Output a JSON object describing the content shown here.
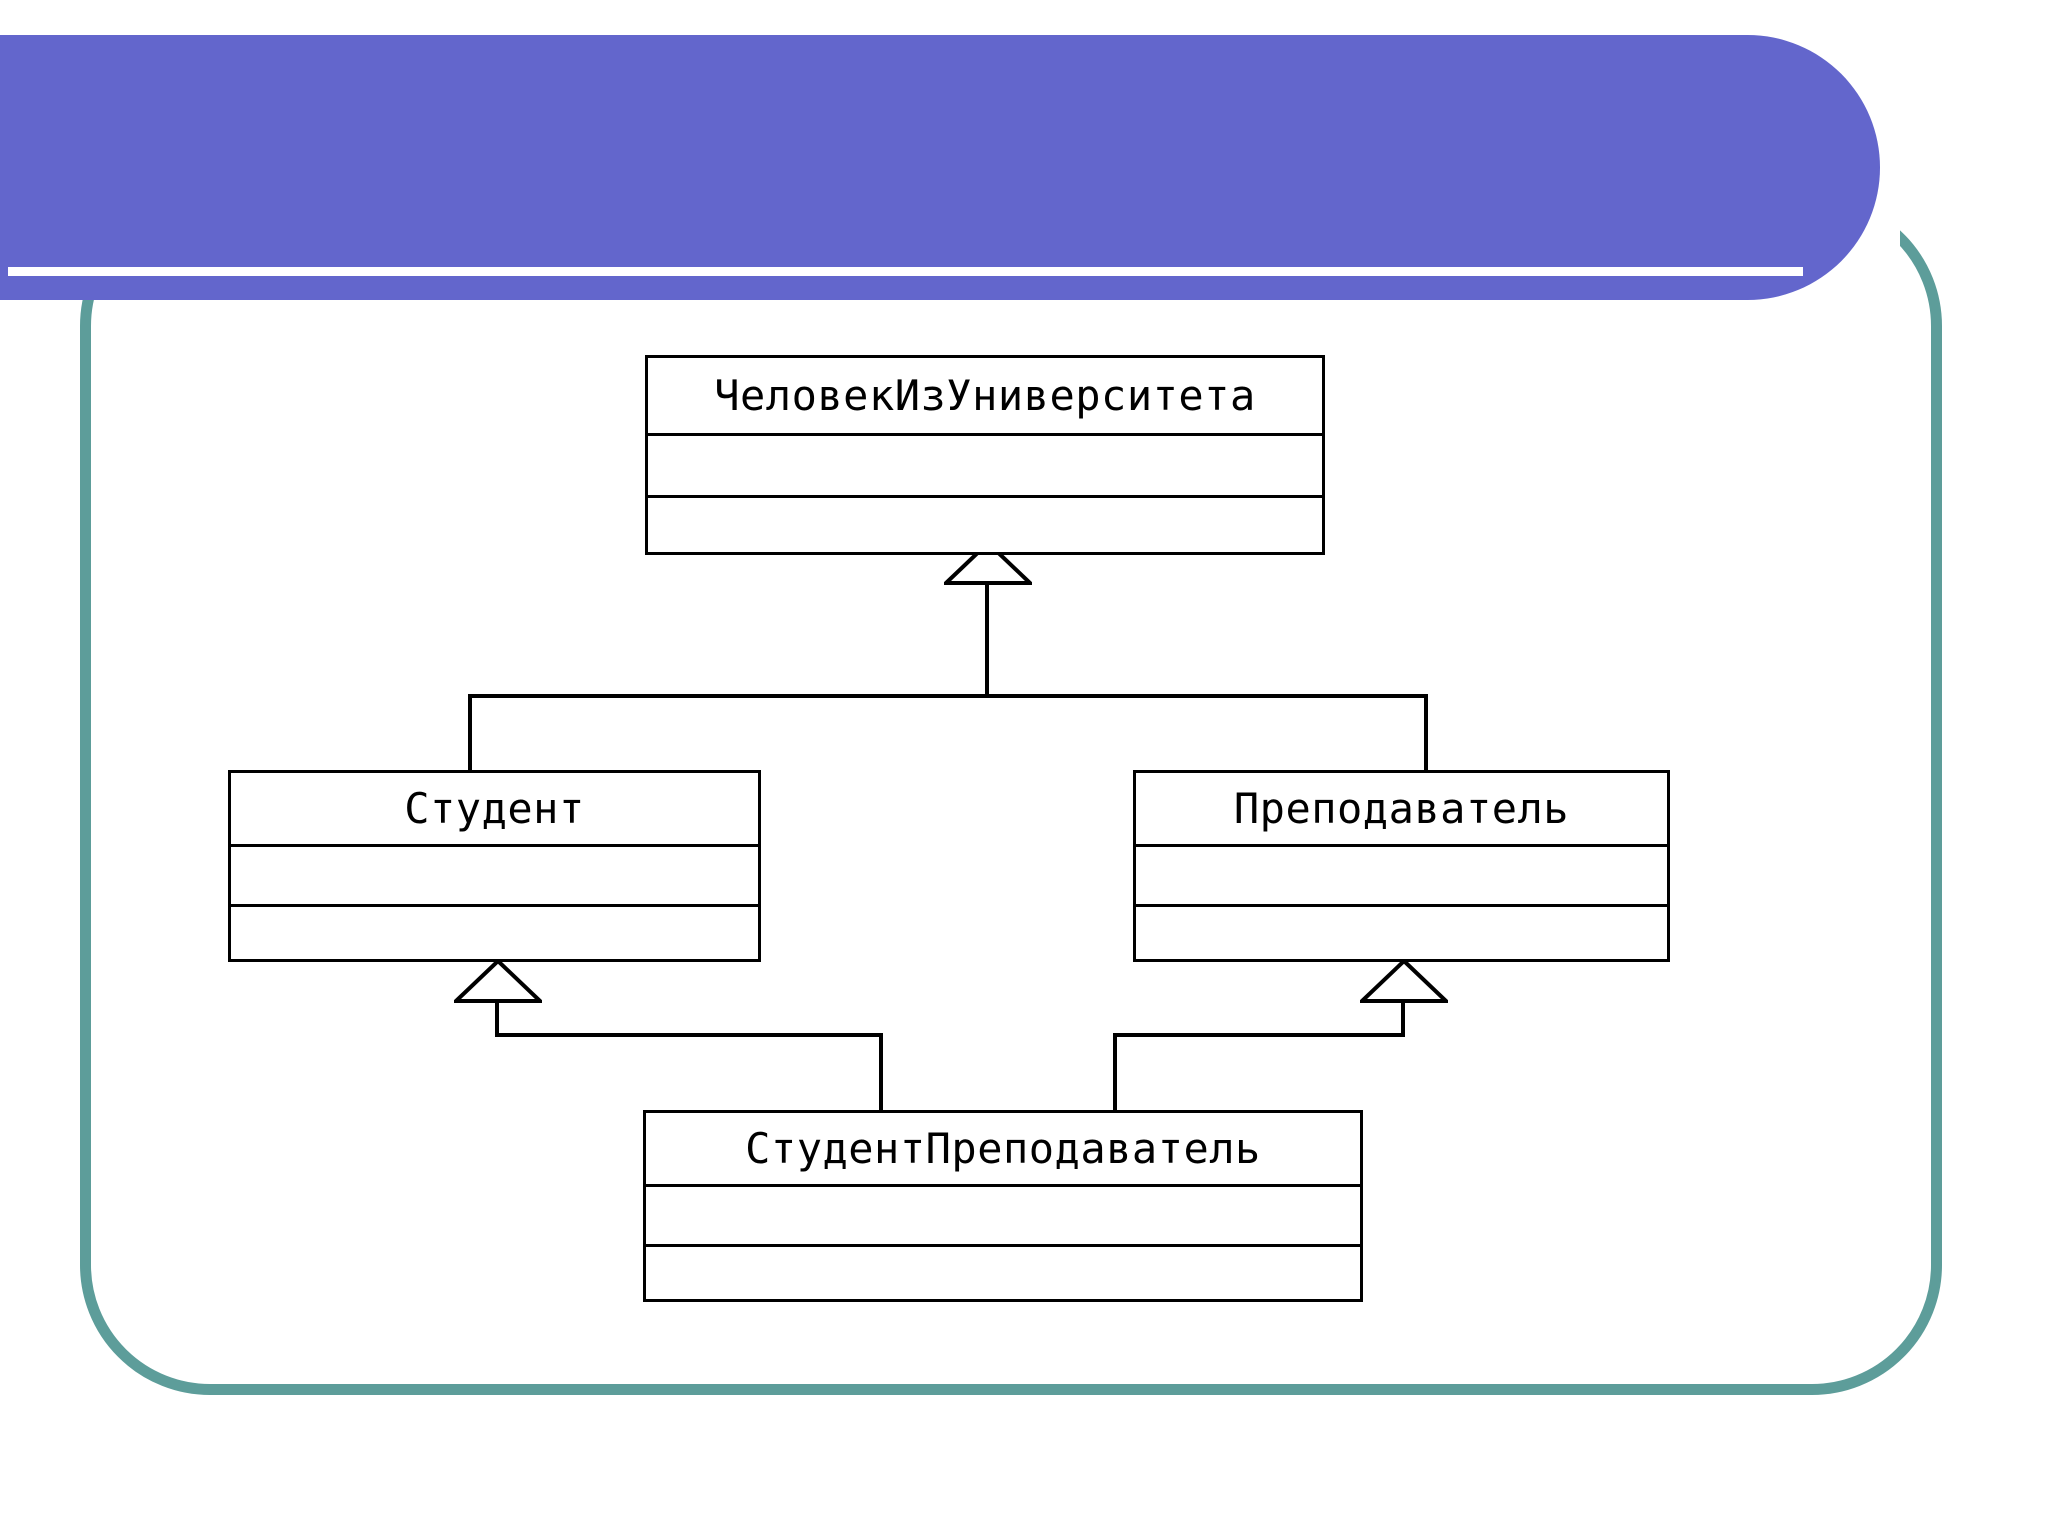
{
  "slide": {
    "title": "",
    "colors": {
      "banner_purple": "#6366cc",
      "frame_teal": "#5d9d9a",
      "diagram_stroke": "#000000",
      "background": "#ffffff"
    }
  },
  "diagram": {
    "kind": "uml-class-diagram",
    "relation_label": "generalization",
    "classes": [
      {
        "id": "person-from-university",
        "name": "ЧеловекИзУниверситета",
        "attributes": "",
        "operations": ""
      },
      {
        "id": "student",
        "name": "Студент",
        "attributes": "",
        "operations": ""
      },
      {
        "id": "teacher",
        "name": "Преподаватель",
        "attributes": "",
        "operations": ""
      },
      {
        "id": "student-teacher",
        "name": "СтудентПреподаватель",
        "attributes": "",
        "operations": ""
      }
    ],
    "generalizations": [
      {
        "child": "student",
        "parent": "person-from-university"
      },
      {
        "child": "teacher",
        "parent": "person-from-university"
      },
      {
        "child": "student-teacher",
        "parent": "student"
      },
      {
        "child": "student-teacher",
        "parent": "teacher"
      }
    ]
  }
}
